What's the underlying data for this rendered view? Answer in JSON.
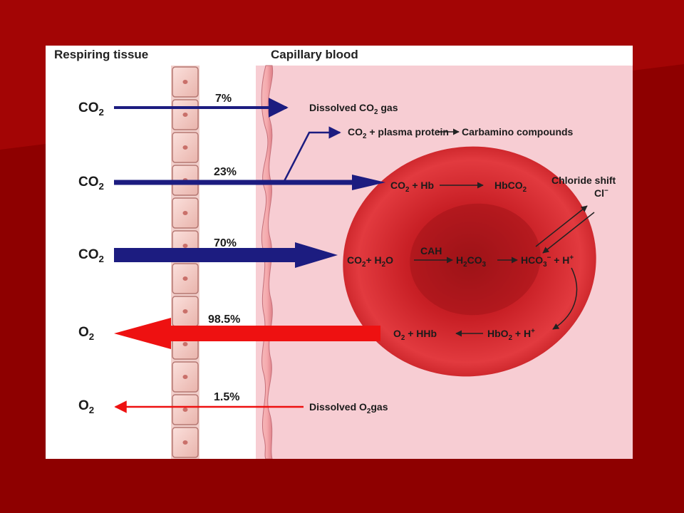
{
  "headers": {
    "respiring_tissue": "Respiring tissue",
    "capillary_blood": "Capillary blood"
  },
  "rows": [
    {
      "gas": "CO",
      "sub": "2",
      "percent": "7%",
      "dest_pre": "Dissolved CO",
      "dest_sub": "2",
      "dest_post": " gas"
    },
    {
      "gas": "CO",
      "sub": "2",
      "percent": "23%"
    },
    {
      "gas": "CO",
      "sub": "2",
      "percent": "70%"
    },
    {
      "gas": "O",
      "sub": "2",
      "percent": "98.5%"
    },
    {
      "gas": "O",
      "sub": "2",
      "percent": "1.5%",
      "dest_pre": "Dissolved O",
      "dest_sub": "2",
      "dest_post": "gas"
    }
  ],
  "carbamino": {
    "pre": "CO",
    "sub": "2",
    "mid": " + plasma protein",
    "post": "Carbamino compounds"
  },
  "hb_reaction": {
    "left_pre": "CO",
    "left_sub": "2",
    "left_post": " + Hb",
    "right_pre": "HbCO",
    "right_sub": "2"
  },
  "chloride": {
    "shift": "Chloride shift",
    "ion": "Cl",
    "ion_sup": "−"
  },
  "cah_reaction": {
    "r1_pre": "CO",
    "r1_sub": "2",
    "r1_post": "+ H",
    "r1_sub2": "2",
    "r1_post2": "O",
    "enzyme": "CAH",
    "r2_pre": "H",
    "r2_sub": "2",
    "r2_mid": "CO",
    "r2_sub2": "3",
    "r3_pre": "HCO",
    "r3_sub": "3",
    "r3_sup": "−",
    "r3_post": " + H",
    "r3_sup2": "+"
  },
  "o2_reaction": {
    "left_pre": "O",
    "left_sub": "2",
    "left_post": " + HHb",
    "right_pre": "HbO",
    "right_sub": "2",
    "right_post": " + H",
    "right_sup": "+"
  },
  "colors": {
    "slide_background": "#8e0000",
    "plasma": "#f7cdd3",
    "co2_arrow": "#1c1c80",
    "o2_arrow": "#ee1111",
    "rbc": "#d8262b"
  }
}
